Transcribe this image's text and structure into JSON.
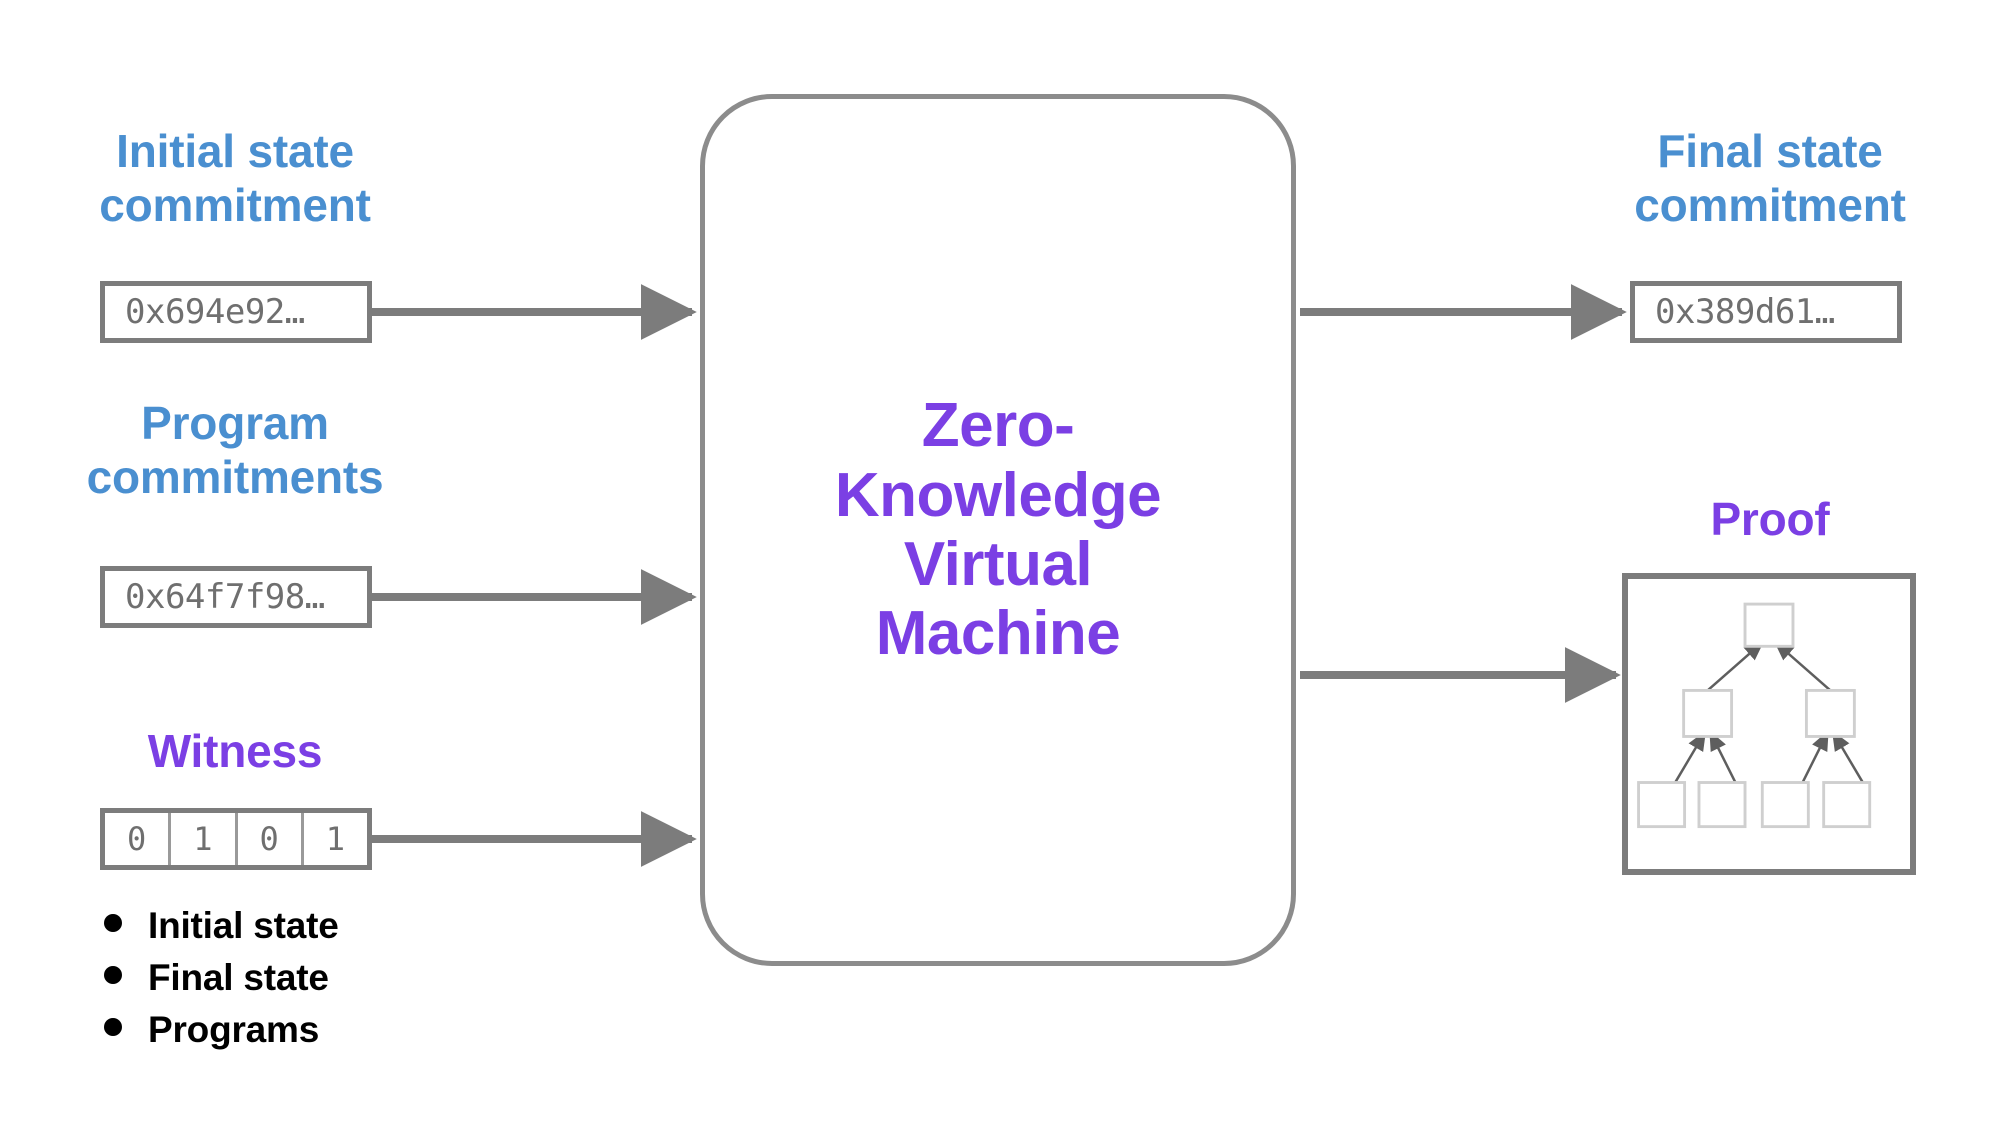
{
  "diagram": {
    "title": "Zero-Knowledge Virtual Machine data flow",
    "colors": {
      "blue": "#4a8fd0",
      "purple": "#7b3fe4",
      "gray_stroke": "#7c7c7c",
      "light_gray_stroke": "#c9c9c9",
      "background": "#ffffff",
      "black": "#000000"
    }
  },
  "inputs": {
    "initial_state": {
      "label": "Initial state\ncommitment",
      "value": "0x694e92…"
    },
    "program_commitments": {
      "label": "Program\ncommitments",
      "value": "0x64f7f98…"
    },
    "witness": {
      "label": "Witness",
      "cells": [
        "0",
        "1",
        "0",
        "1"
      ],
      "bullets": [
        "Initial state",
        "Final state",
        "Programs"
      ]
    }
  },
  "machine": {
    "title": "Zero-\nKnowledge\nVirtual\nMachine"
  },
  "outputs": {
    "final_state": {
      "label": "Final state\ncommitment",
      "value": "0x389d61…"
    },
    "proof": {
      "label": "Proof",
      "tree": {
        "type": "merkle-tree",
        "levels": 3,
        "node_counts": [
          1,
          2,
          4
        ],
        "edge_direction": "child-to-parent"
      }
    }
  },
  "arrows": {
    "initial_state_to_machine": "input-arrow",
    "program_commitments_to_machine": "input-arrow",
    "witness_to_machine": "input-arrow",
    "machine_to_final_state": "output-arrow",
    "machine_to_proof": "output-arrow"
  }
}
